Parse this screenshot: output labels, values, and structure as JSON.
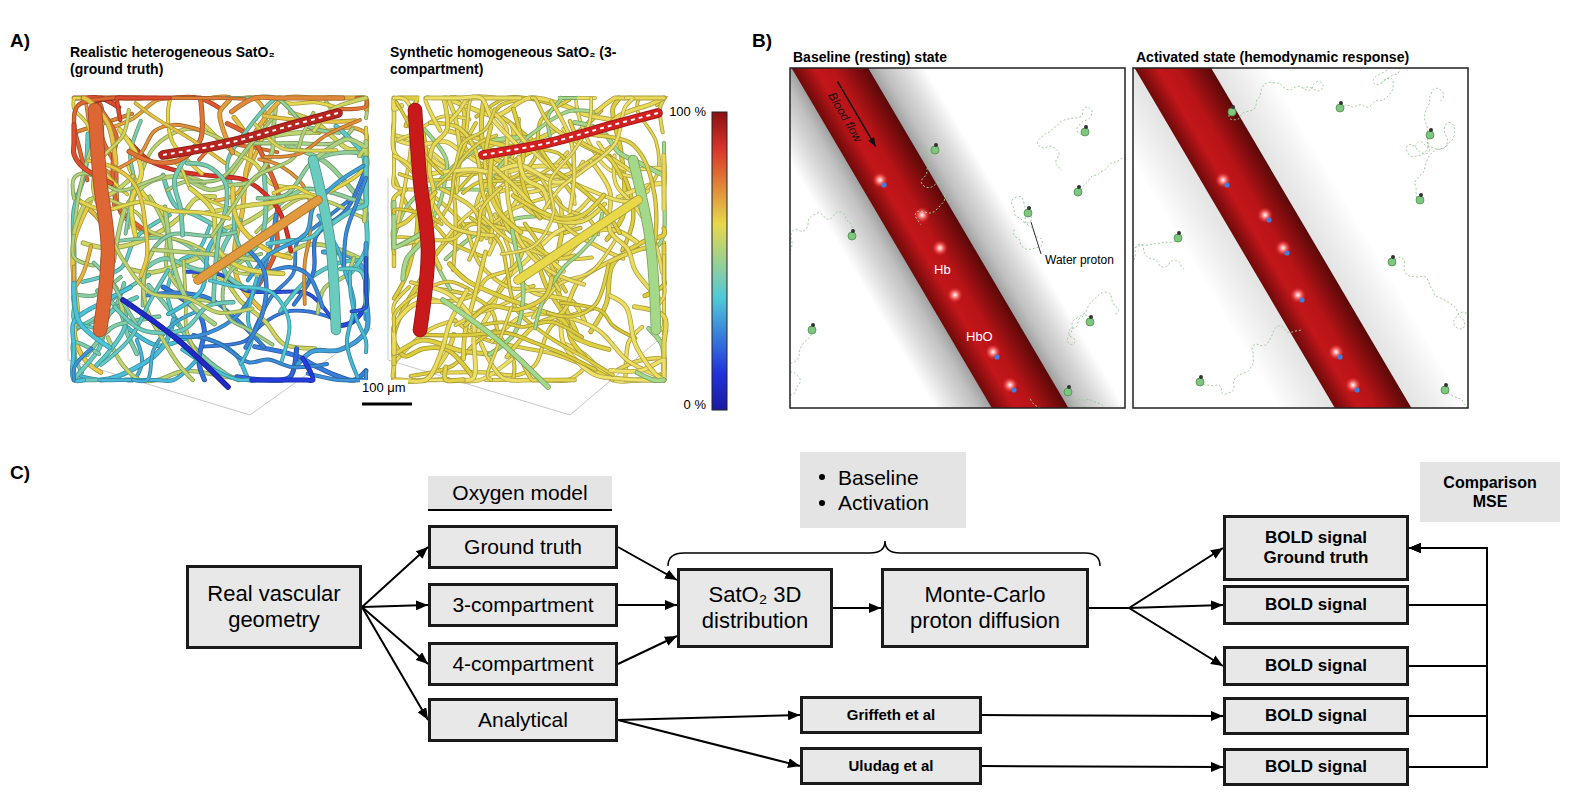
{
  "diagram": {
    "nodes": [
      {
        "text": [
          "Oxygen model"
        ]
      },
      {
        "text": [
          "Real vascular geometry"
        ]
      },
      {
        "text": [
          "Ground truth"
        ]
      },
      {
        "text": [
          "3-compartment"
        ]
      },
      {
        "text": [
          "4-compartment"
        ]
      },
      {
        "text": [
          "Analytical"
        ]
      },
      {
        "text": [
          "Baseline",
          "Activation"
        ]
      },
      {
        "text": [
          "SatO₂ 3D distribution"
        ]
      },
      {
        "text": [
          "Monte-Carlo proton diffusion"
        ]
      },
      {
        "text": [
          "Griffeth et al"
        ]
      },
      {
        "text": [
          "Uludag et al"
        ]
      },
      {
        "text": [
          "Comparison MSE"
        ]
      },
      {
        "text": [
          "BOLD signal Ground truth"
        ]
      },
      {
        "text": [
          "BOLD signal"
        ]
      },
      {
        "text": [
          "BOLD signal"
        ]
      },
      {
        "text": [
          "BOLD signal"
        ]
      },
      {
        "text": [
          "BOLD signal"
        ]
      }
    ],
    "edges": [
      {
        "from": 1,
        "to": 2,
        "arrow": "to"
      },
      {
        "from": 1,
        "to": 3,
        "arrow": "to"
      },
      {
        "from": 1,
        "to": 4,
        "arrow": "to"
      },
      {
        "from": 1,
        "to": 5,
        "arrow": "to"
      },
      {
        "from": 2,
        "to": 7,
        "arrow": "to"
      },
      {
        "from": 3,
        "to": 7,
        "arrow": "to"
      },
      {
        "from": 4,
        "to": 7,
        "arrow": "to"
      },
      {
        "from": 7,
        "to": 8,
        "arrow": "to"
      },
      {
        "from": 8,
        "to": 12,
        "arrow": "to"
      },
      {
        "from": 8,
        "to": 13,
        "arrow": "to"
      },
      {
        "from": 8,
        "to": 14,
        "arrow": "to"
      },
      {
        "from": 5,
        "to": 9,
        "arrow": "to"
      },
      {
        "from": 5,
        "to": 10,
        "arrow": "to"
      },
      {
        "from": 9,
        "to": 15,
        "arrow": "to"
      },
      {
        "from": 10,
        "to": 16,
        "arrow": "to"
      },
      {
        "from": 13,
        "to": 12,
        "arrow": "to"
      },
      {
        "from": 14,
        "to": 12,
        "arrow": "to"
      },
      {
        "from": 15,
        "to": 12,
        "arrow": "to"
      },
      {
        "from": 16,
        "to": 12,
        "arrow": "to"
      }
    ],
    "labels": [
      "A)",
      "Realistic heterogeneous SatO₂ (ground truth)",
      "Synthetic homogeneous SatO₂ (3-compartment)",
      "100 μm",
      "100 %",
      "0 %",
      "B)",
      "Baseline (resting) state",
      "Activated state (hemodynamic response)",
      "Blood flow",
      "Hb",
      "HbO",
      "Water proton",
      "C)"
    ]
  }
}
